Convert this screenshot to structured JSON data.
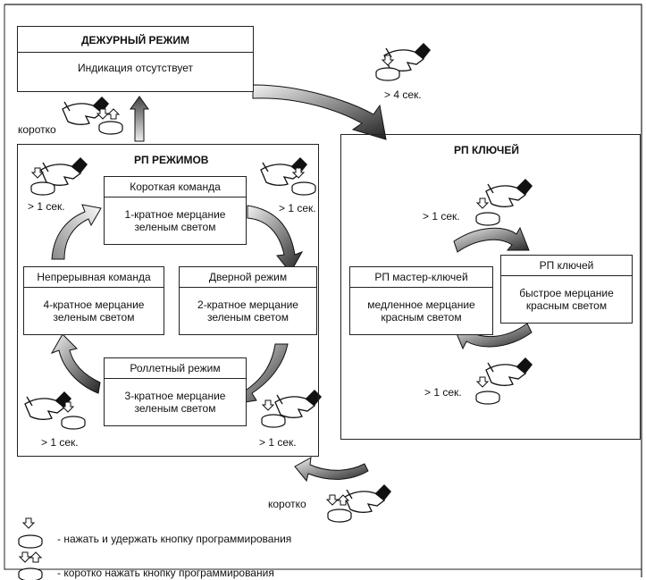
{
  "standby": {
    "title": "ДЕЖУРНЫЙ РЕЖИМ",
    "text": "Индикация отсутствует"
  },
  "modes_panel": {
    "title": "РП РЕЖИМОВ"
  },
  "keys_panel": {
    "title": "РП КЛЮЧЕЙ"
  },
  "modes": {
    "short": {
      "title": "Короткая команда",
      "line1": "1-кратное мерцание",
      "line2": "зеленым светом"
    },
    "door": {
      "title": "Дверной режим",
      "line1": "2-кратное мерцание",
      "line2": "зеленым светом"
    },
    "roller": {
      "title": "Роллетный режим",
      "line1": "3-кратное мерцание",
      "line2": "зеленым светом"
    },
    "continuous": {
      "title": "Непрерывная команда",
      "line1": "4-кратное мерцание",
      "line2": "зеленым светом"
    },
    "master": {
      "title": "РП мастер-ключей",
      "line1": "медленное мерцание",
      "line2": "красным светом"
    },
    "keys": {
      "title": "РП ключей",
      "line1": "быстрое мерцание",
      "line2": "красным светом"
    }
  },
  "labels": {
    "gt4": "> 4 сек.",
    "gt1": "> 1 сек.",
    "short": "коротко"
  },
  "legend": {
    "hold": "- нажать и удержать кнопку программирования",
    "tap": "- коротко нажать кнопку программирования"
  }
}
